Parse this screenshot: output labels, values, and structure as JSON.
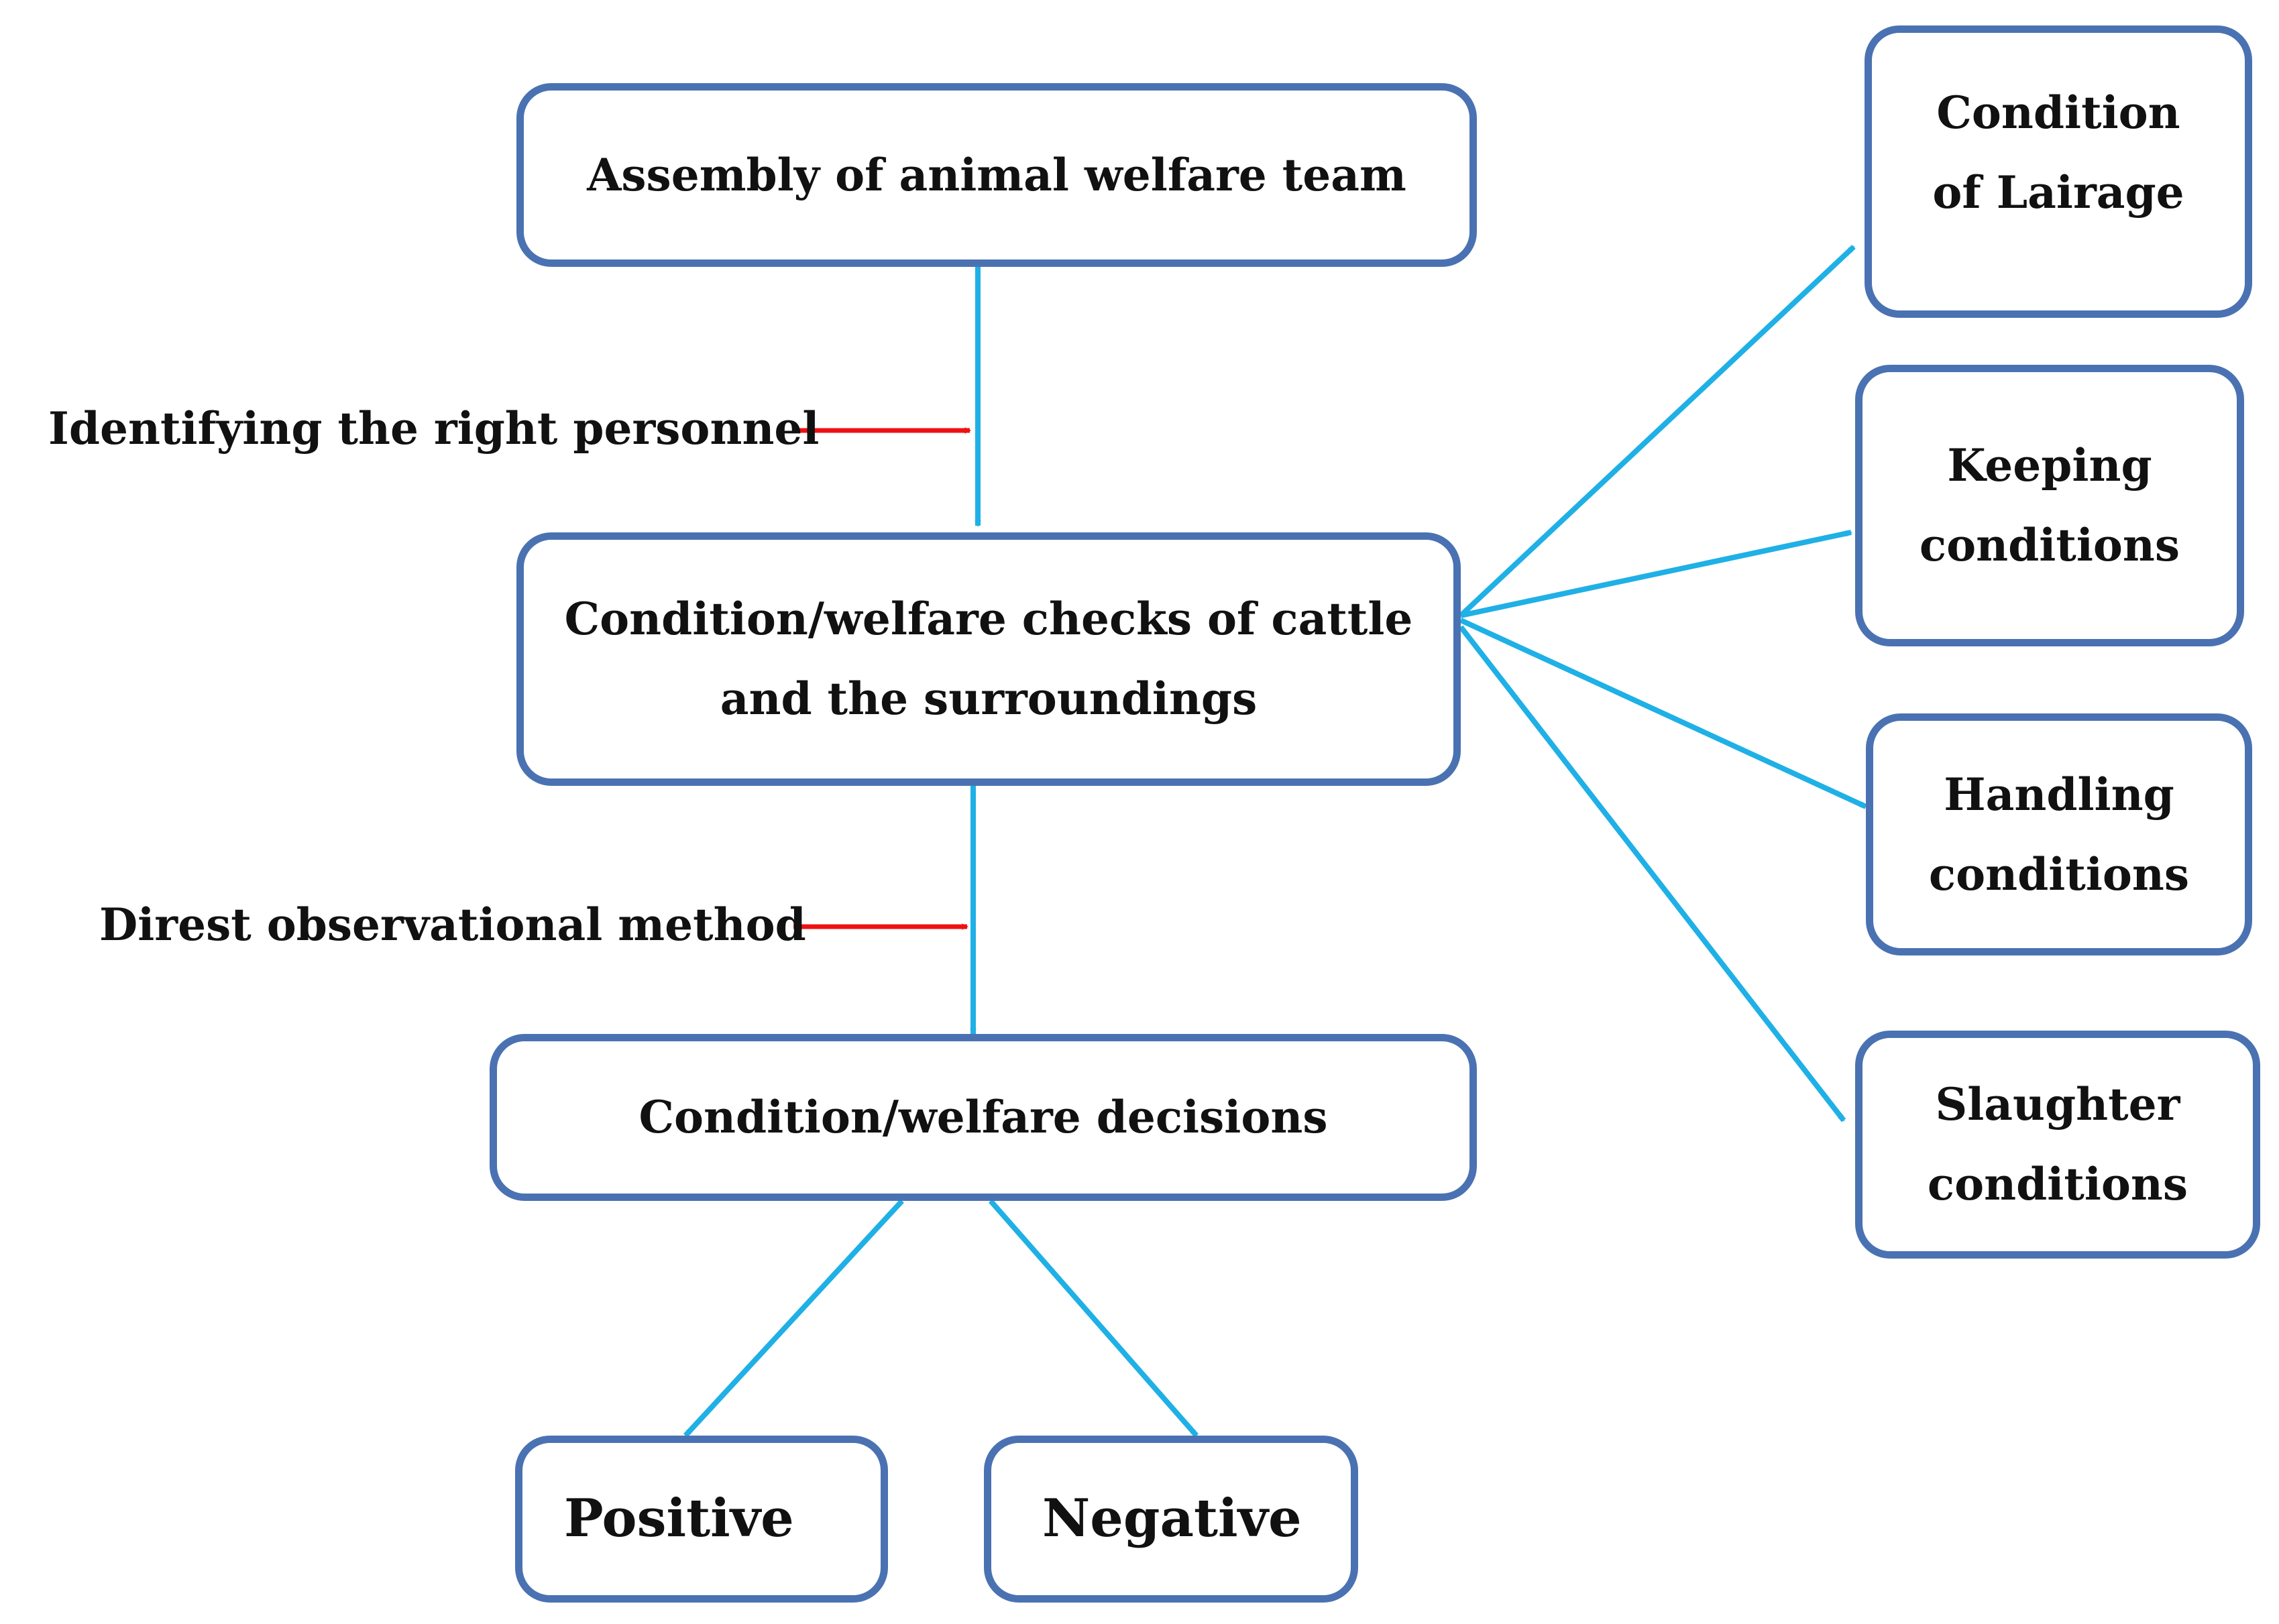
{
  "nodes": {
    "assembly": "Assembly of animal welfare team",
    "checks_line1": "Condition/welfare checks of cattle",
    "checks_line2": "and the surroundings",
    "decisions": "Condition/welfare decisions",
    "positive": "Positive",
    "negative": "Negative",
    "lairage_line1": "Condition",
    "lairage_line2": "of Lairage",
    "keeping_line1": "Keeping",
    "keeping_line2": "conditions",
    "handling_line1": "Handling",
    "handling_line2": "conditions",
    "slaughter_line1": "Slaughter",
    "slaughter_line2": "conditions"
  },
  "annotations": {
    "personnel": "Identifying the right personnel",
    "method": "Direst observational method"
  },
  "colors": {
    "box_border": "#4a72b2",
    "connector": "#1fb0e6",
    "annotation_arrow": "#ee1111"
  }
}
